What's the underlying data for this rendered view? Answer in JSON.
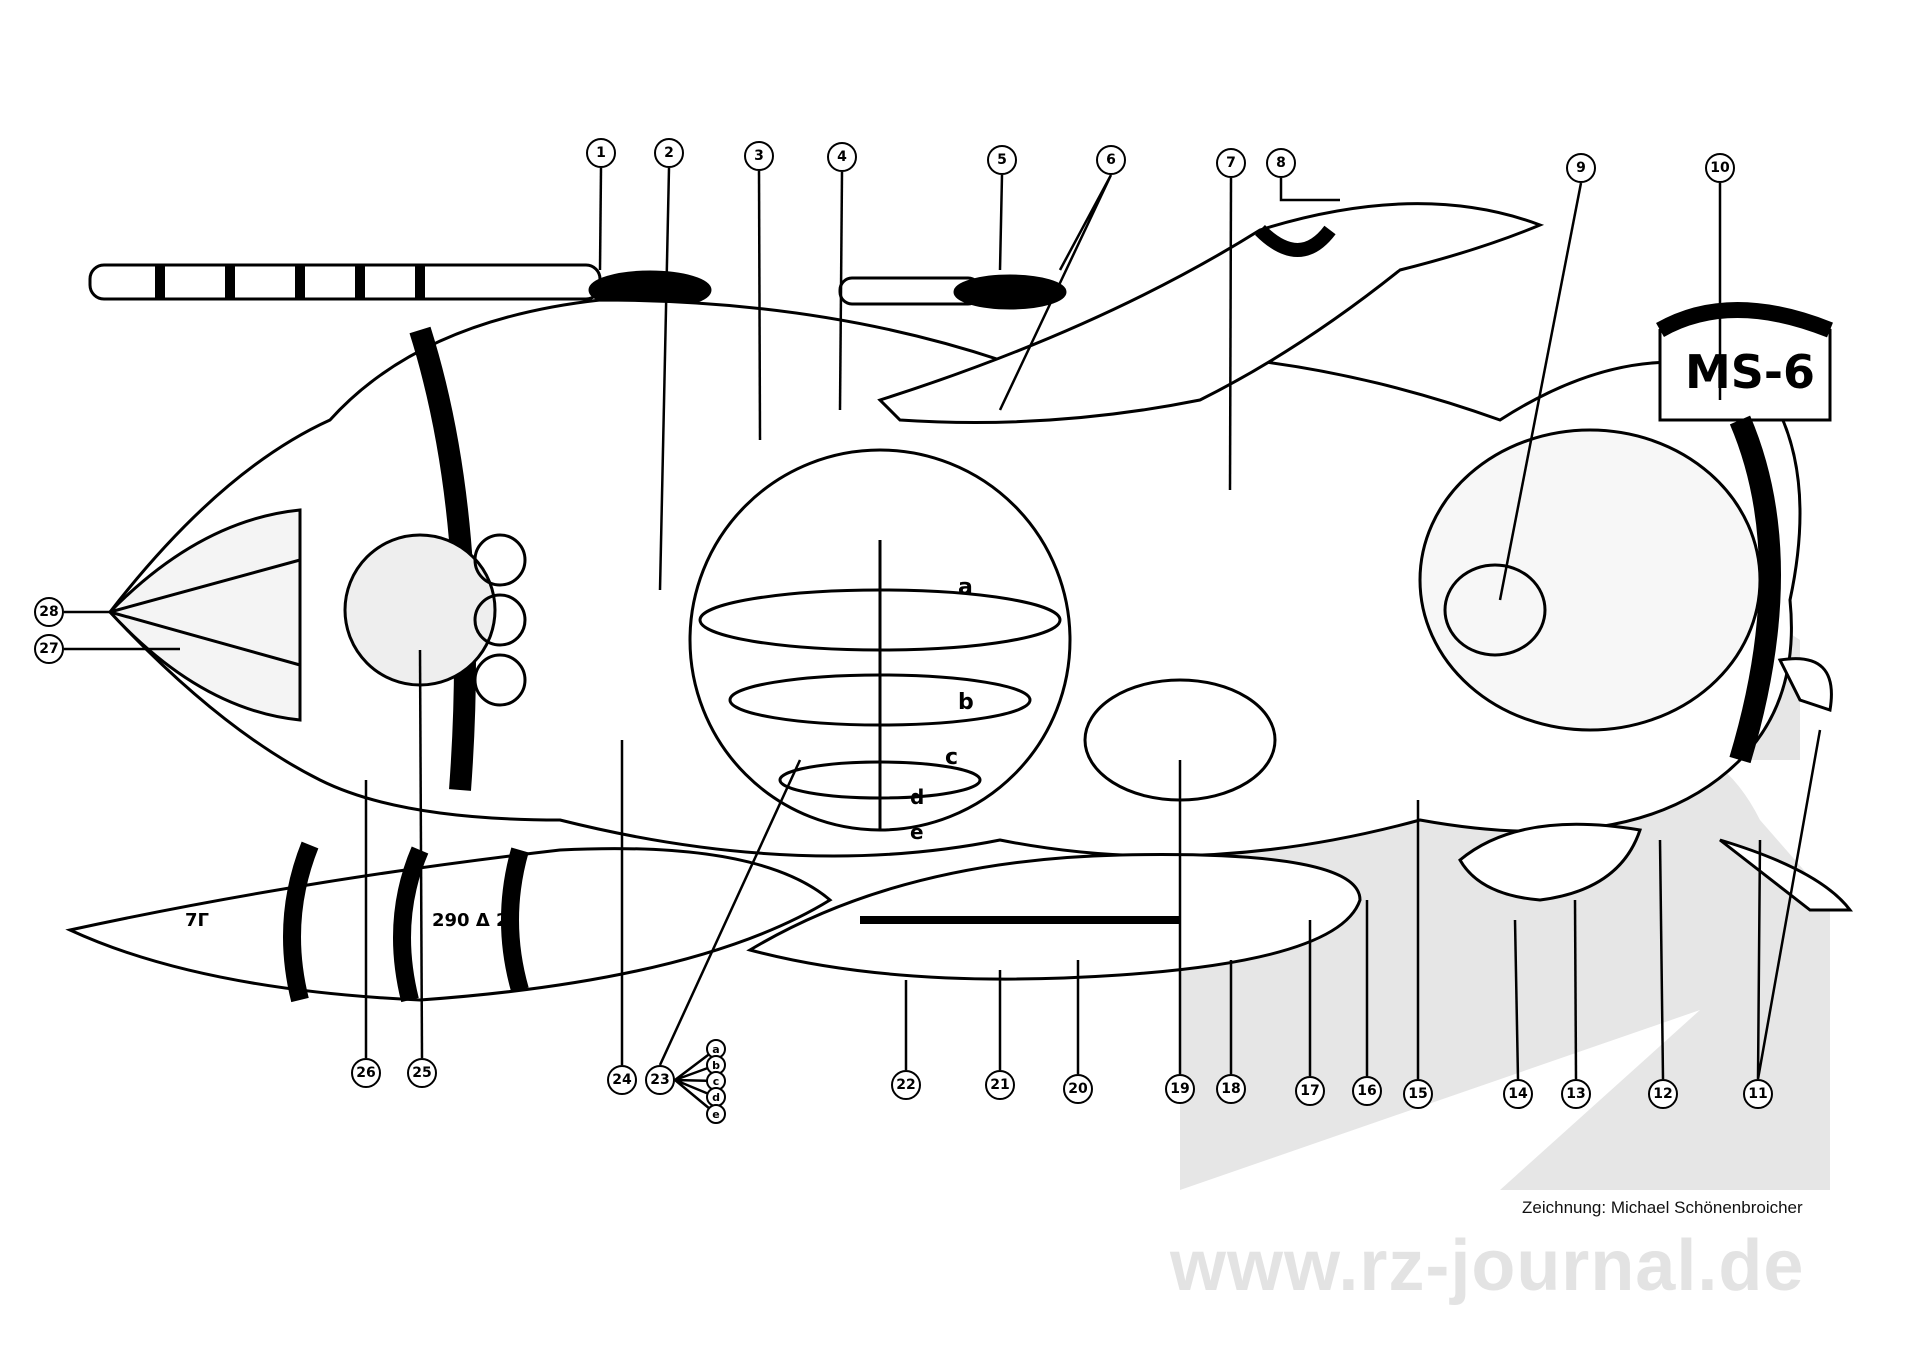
{
  "callouts": [
    "1",
    "2",
    "3",
    "4",
    "5",
    "6",
    "7",
    "8",
    "9",
    "10",
    "11",
    "12",
    "13",
    "14",
    "15",
    "16",
    "17",
    "18",
    "19",
    "20",
    "21",
    "22",
    "23",
    "24",
    "25",
    "26",
    "27",
    "28"
  ],
  "sub_callouts": [
    "a",
    "b",
    "c",
    "d",
    "e"
  ],
  "hull_markings": {
    "fin_code": "MS-6",
    "pod_mark_left": "7Γ",
    "pod_mark_right": "290 Δ 2"
  },
  "interior_letters": [
    "a",
    "b",
    "c",
    "d",
    "e"
  ],
  "credit": "Zeichnung: Michael Schönenbroicher",
  "watermark": "www.rz-journal.de"
}
